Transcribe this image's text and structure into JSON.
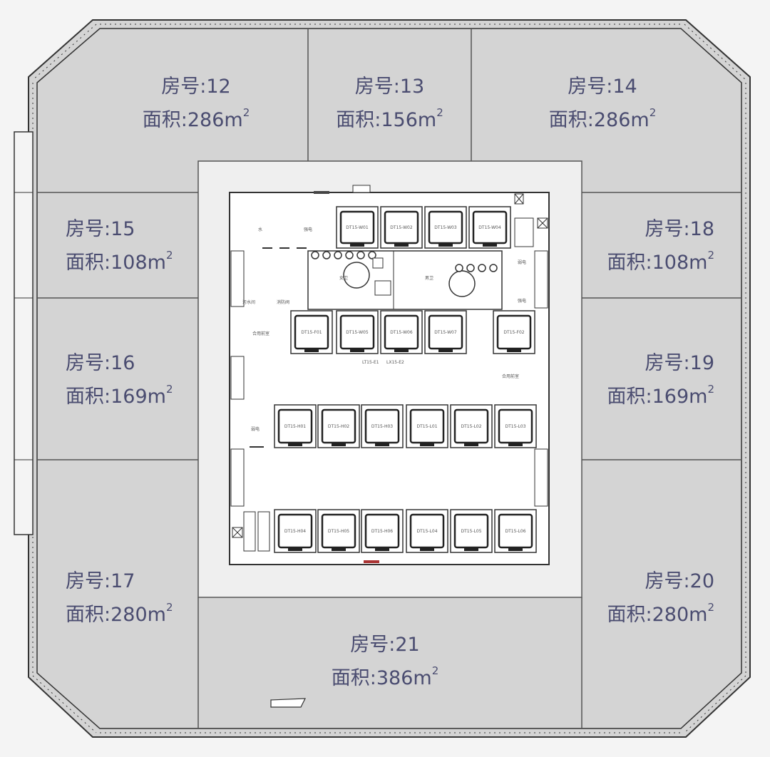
{
  "colors": {
    "room_fill": "#d4d4d4",
    "core_fill": "#efefef",
    "wall": "#333333",
    "label": "#4a4c70"
  },
  "rooms": [
    {
      "id": "12",
      "name": "房号:12",
      "area_label": "面积:286m",
      "area_sup": "2"
    },
    {
      "id": "13",
      "name": "房号:13",
      "area_label": "面积:156m",
      "area_sup": "2"
    },
    {
      "id": "14",
      "name": "房号:14",
      "area_label": "面积:286m",
      "area_sup": "2"
    },
    {
      "id": "15",
      "name": "房号:15",
      "area_label": "面积:108m",
      "area_sup": "2"
    },
    {
      "id": "16",
      "name": "房号:16",
      "area_label": "面积:169m",
      "area_sup": "2"
    },
    {
      "id": "17",
      "name": "房号:17",
      "area_label": "面积:280m",
      "area_sup": "2"
    },
    {
      "id": "18",
      "name": "房号:18",
      "area_label": "面积:108m",
      "area_sup": "2"
    },
    {
      "id": "19",
      "name": "房号:19",
      "area_label": "面积:169m",
      "area_sup": "2"
    },
    {
      "id": "20",
      "name": "房号:20",
      "area_label": "面积:280m",
      "area_sup": "2"
    },
    {
      "id": "21",
      "name": "房号:21",
      "area_label": "面积:386m",
      "area_sup": "2"
    }
  ],
  "core": {
    "elevators_top": [
      "DT15-W01",
      "DT15-W02",
      "DT15-W03",
      "DT15-W04"
    ],
    "elevators_mid": [
      "DT15-F01",
      "DT15-W05",
      "DT15-W06",
      "DT15-W07",
      "DT15-F02"
    ],
    "elevators_row3": [
      "DT15-H01",
      "DT15-H02",
      "DT15-H03",
      "DT15-L01",
      "DT15-L02",
      "DT15-L03"
    ],
    "elevators_row4": [
      "DT15-H04",
      "DT15-H05",
      "DT15-H06",
      "DT15-L04",
      "DT15-L05",
      "DT15-L06"
    ],
    "labels": {
      "water": "水",
      "strong_power": "强电",
      "strong_power_right": "强电",
      "weak_power_right": "弱电",
      "weak_power": "弱电",
      "sewage": "污水间",
      "fire_valve": "消防阀",
      "shared_front_left": "合用前室",
      "shared_front_right": "合用前室",
      "toilet_m": "男卫",
      "toilet_f": "女卫",
      "lift_code_1": "LT15-E1",
      "lift_code_2": "LX15-E2"
    }
  }
}
